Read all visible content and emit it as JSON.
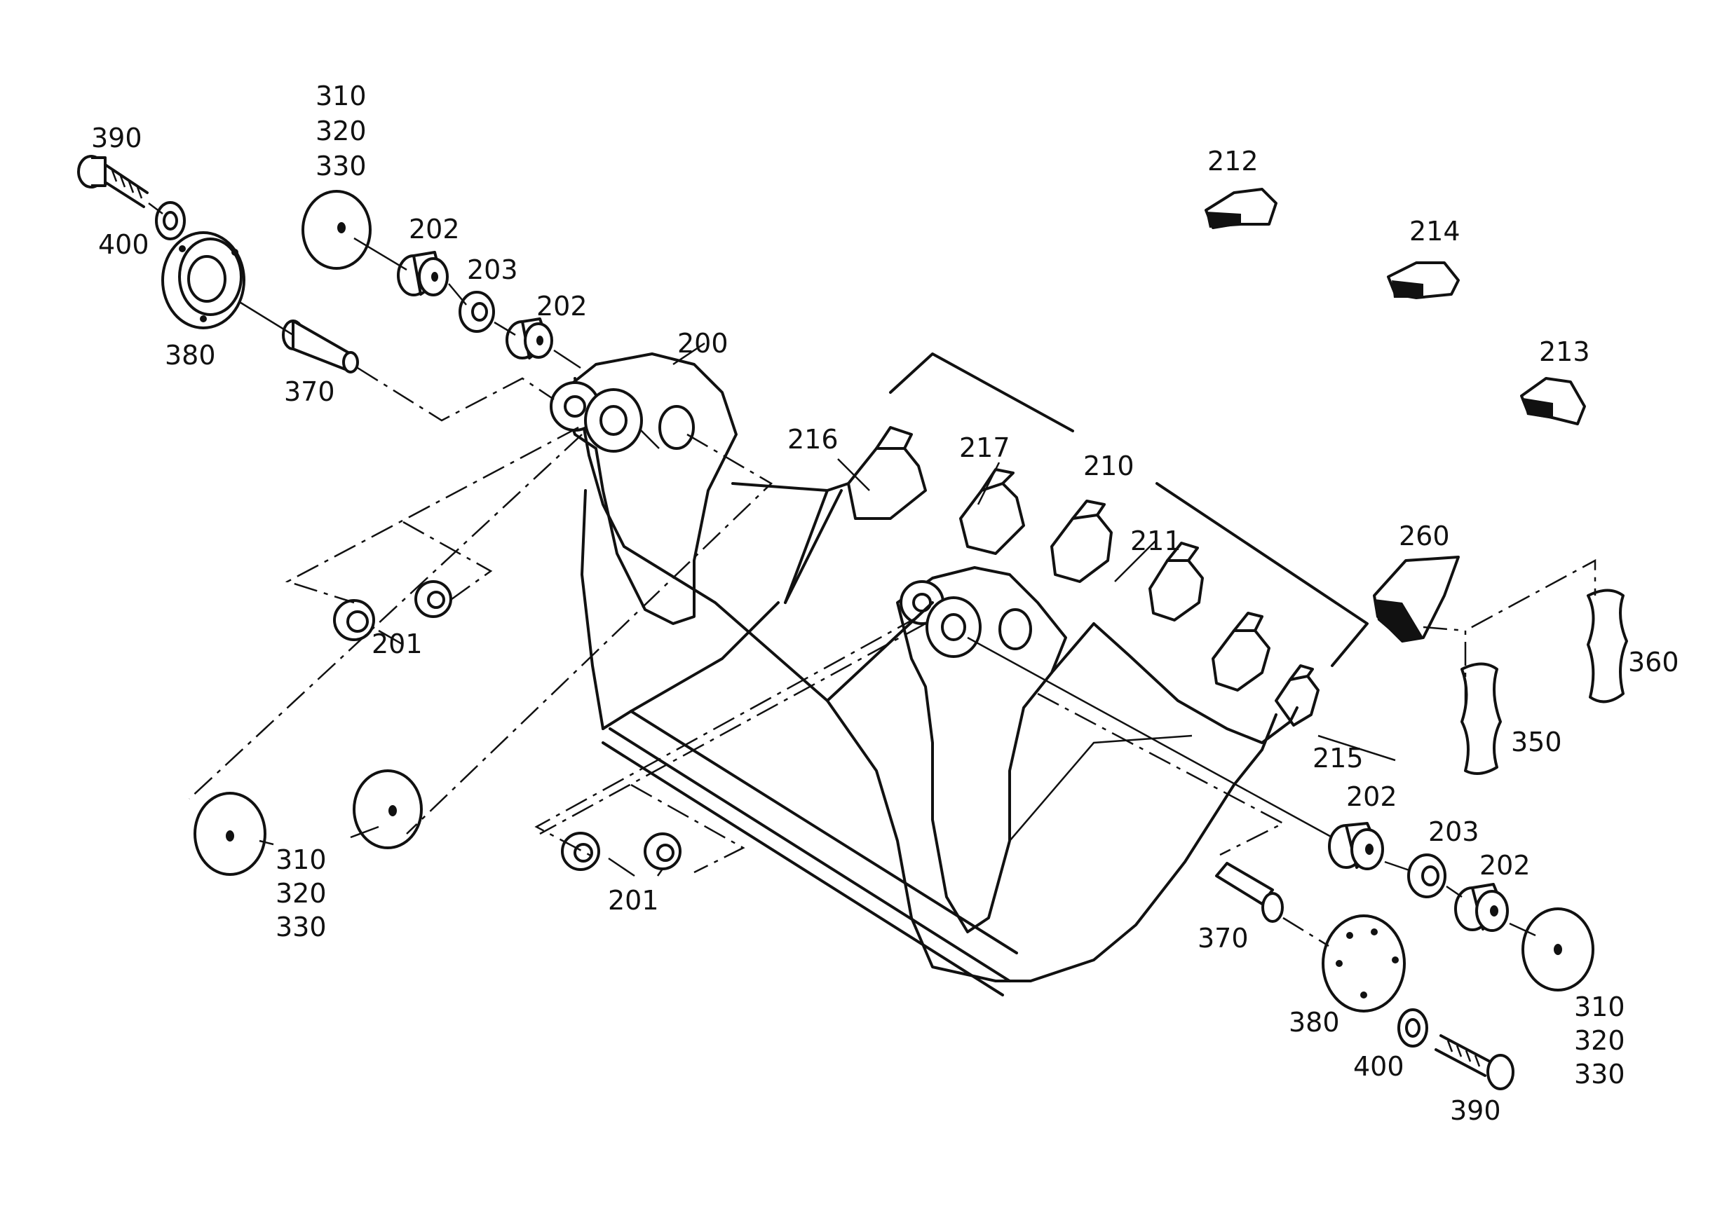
{
  "parts": {
    "p200": "200",
    "p201a": "201",
    "p201b": "201",
    "p202a": "202",
    "p202b": "202",
    "p202c": "202",
    "p202d": "202",
    "p203a": "203",
    "p203b": "203",
    "p210": "210",
    "p211": "211",
    "p212": "212",
    "p213": "213",
    "p214": "214",
    "p215": "215",
    "p216": "216",
    "p217": "217",
    "p260": "260",
    "p310a": "310",
    "p320a": "320",
    "p330a": "330",
    "p310b": "310",
    "p320b": "320",
    "p330b": "330",
    "p310c": "310",
    "p320c": "320",
    "p330c": "330",
    "p350": "350",
    "p360": "360",
    "p370a": "370",
    "p370b": "370",
    "p380a": "380",
    "p380b": "380",
    "p390a": "390",
    "p390b": "390",
    "p400a": "400",
    "p400b": "400"
  }
}
